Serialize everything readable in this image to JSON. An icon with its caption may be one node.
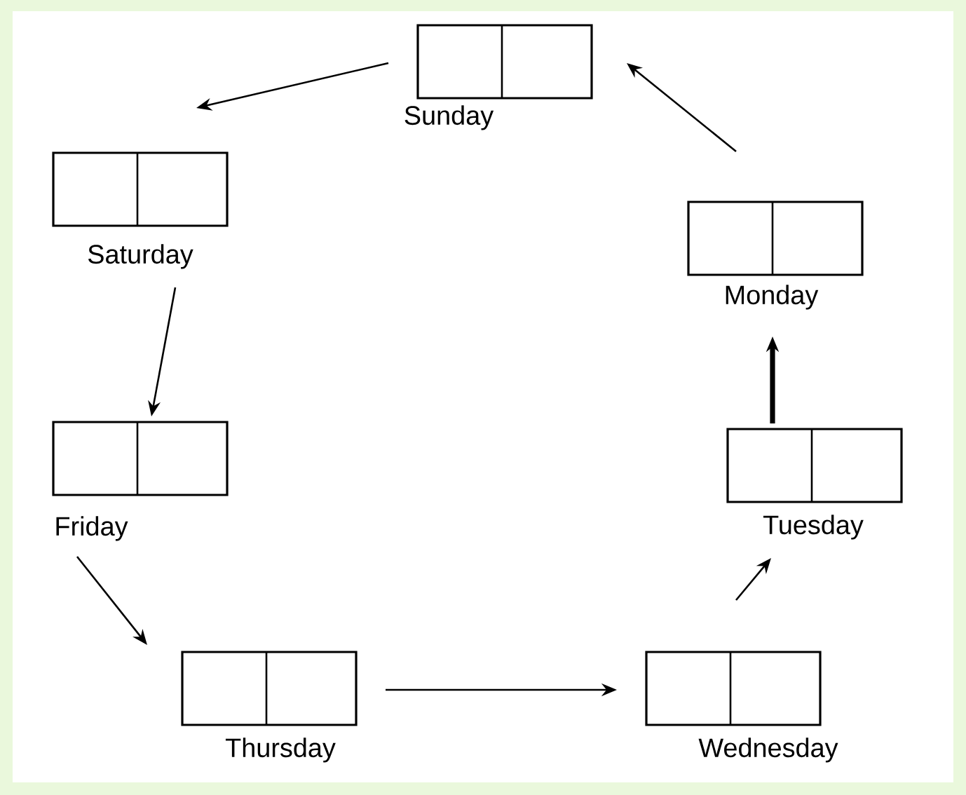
{
  "diagram": {
    "nodes": [
      {
        "text": [
          "Sunday"
        ]
      },
      {
        "text": [
          "Saturday"
        ]
      },
      {
        "text": [
          "Friday"
        ]
      },
      {
        "text": [
          "Thursday"
        ]
      },
      {
        "text": [
          "Wednesday"
        ]
      },
      {
        "text": [
          "Tuesday"
        ]
      },
      {
        "text": [
          "Monday"
        ]
      }
    ],
    "edges": [
      {
        "from": 0,
        "to": 1,
        "arrow": "to"
      },
      {
        "from": 1,
        "to": 2,
        "arrow": "to"
      },
      {
        "from": 2,
        "to": 3,
        "arrow": "to"
      },
      {
        "from": 3,
        "to": 4,
        "arrow": "to"
      },
      {
        "from": 4,
        "to": 5,
        "arrow": "to"
      },
      {
        "from": 5,
        "to": 6,
        "arrow": "to",
        "style": "thick"
      },
      {
        "from": 6,
        "to": 0,
        "arrow": "to"
      }
    ]
  }
}
